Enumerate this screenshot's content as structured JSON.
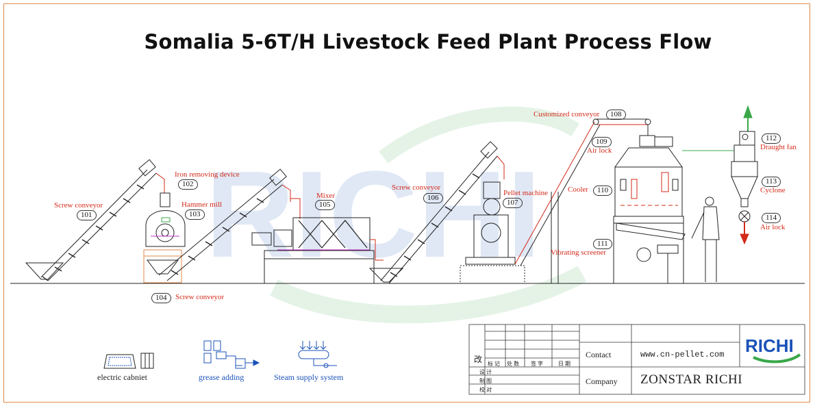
{
  "title": "Somalia 5-6T/H Livestock Feed Plant Process Flow",
  "equipment": [
    {
      "num": "101",
      "label": "Screw conveyor"
    },
    {
      "num": "102",
      "label": "Iron removing device"
    },
    {
      "num": "103",
      "label": "Hammer mill"
    },
    {
      "num": "104",
      "label": "Screw conveyor"
    },
    {
      "num": "105",
      "label": "Mixer"
    },
    {
      "num": "106",
      "label": "Screw conveyor"
    },
    {
      "num": "107",
      "label": "Pellet machine"
    },
    {
      "num": "108",
      "label": "Customized conveyor"
    },
    {
      "num": "109",
      "label": "Air lock"
    },
    {
      "num": "110",
      "label": "Cooler"
    },
    {
      "num": "111",
      "label": "Vibrating screener"
    },
    {
      "num": "112",
      "label": "Draught fan"
    },
    {
      "num": "113",
      "label": "Cyclone"
    },
    {
      "num": "114",
      "label": "Air lock"
    }
  ],
  "legend": {
    "electric": "electric cabniet",
    "grease": "grease adding",
    "steam": "Steam supply system"
  },
  "title_block": {
    "contact_label": "Contact",
    "contact_value": "www.cn-pellet.com",
    "company_label": "Company",
    "company_value": "ZONSTAR RICHI",
    "logo": "RICHI",
    "cells": {
      "gai": "改",
      "biaoji": "标 记",
      "chushu": "处 数",
      "qianzi": "签  字",
      "riqi": "日  期",
      "sheji": "设  计",
      "zhitu": "制  图",
      "jiaodui": "校  对"
    }
  },
  "watermark": "RICHI",
  "colors": {
    "frame": "#e08a4a",
    "label": "#d42a1a",
    "accent_blue": "#1a52b8",
    "accent_green": "#3aa84a"
  }
}
